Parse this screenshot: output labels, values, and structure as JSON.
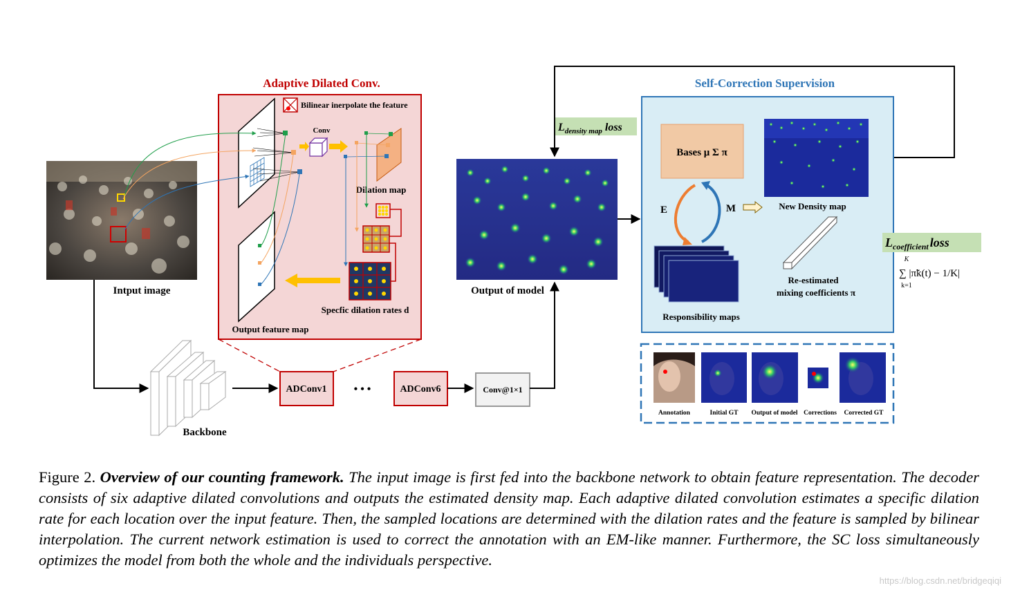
{
  "diagram": {
    "adc_title": "Adaptive Dilated Conv.",
    "bilinear_label": "Bilinear inerpolate the feature",
    "conv_label": "Conv",
    "dilation_map_label": "Dilation map",
    "specific_rates_label": "Specfic dilation rates d",
    "output_feature_label": "Output feature map",
    "input_image_label": "Intput image",
    "output_model_label": "Output of model",
    "backbone_label": "Backbone",
    "adconv1_label": "ADConv1",
    "adconv6_label": "ADConv6",
    "conv1x1_label": "Conv@1×1",
    "ellipsis": "• • •",
    "scs_title": "Self-Correction Supervision",
    "density_loss_main": "L",
    "density_loss_sub": "density map",
    "density_loss_tail": "loss",
    "coef_loss_main": "L",
    "coef_loss_sub": "coefficient",
    "coef_loss_tail": "loss",
    "coef_formula": "∑ |π̃k(t) − 1/K|",
    "formula_upper": "K",
    "formula_lower": "k=1",
    "bases_label": "Bases μ Σ π",
    "e_label": "E",
    "m_label": "M",
    "new_density_label": "New Density map",
    "responsibility_label": "Responsibility maps",
    "reestimated_label_1": "Re-estimated",
    "reestimated_label_2": "mixing coefficients π",
    "correction_labels": [
      "Annotation",
      "Initial GT",
      "Output of model",
      "Corrections",
      "Corrected GT"
    ],
    "colors": {
      "red": "#c00000",
      "blue": "#2e75b6",
      "pink_bg": "#f4d6d6",
      "light_blue_bg": "#d9edf5",
      "green_label_bg": "#c5e0b4",
      "bases_bg": "#f1c9a5",
      "orange": "#f4b183",
      "density_blue": "#1b2a9c"
    }
  },
  "caption": {
    "figure_num": "Figure 2.",
    "title": "Overview of our counting framework.",
    "body": "The input image is first fed into the backbone network to obtain feature representation. The decoder consists of six adaptive dilated convolutions and outputs the estimated density map.  Each adaptive dilated convolution estimates a specific dilation rate for each location over the input feature. Then, the sampled locations are determined with the dilation rates and the feature is sampled by bilinear interpolation. The current network estimation is used to correct the annotation with an EM-like manner. Furthermore, the SC loss simultaneously optimizes the model from both the whole and the individuals perspective."
  },
  "watermark": "https://blog.csdn.net/bridgeqiqi"
}
